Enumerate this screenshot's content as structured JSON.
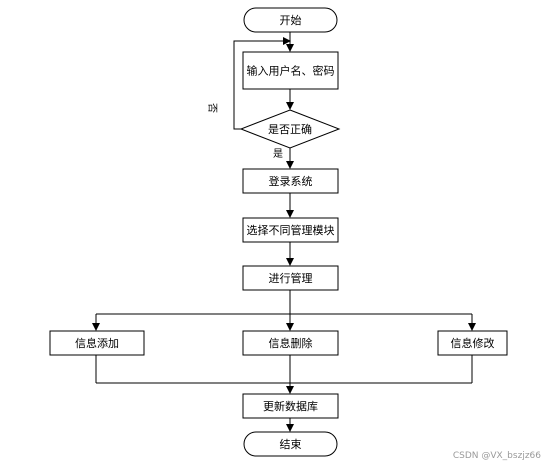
{
  "nodes": {
    "start": "开始",
    "input": "输入用户名、密码",
    "check": "是否正确",
    "login": "登录系统",
    "select": "选择不同管理模块",
    "manage": "进行管理",
    "add": "信息添加",
    "delete": "信息删除",
    "modify": "信息修改",
    "update": "更新数据库",
    "end": "结束"
  },
  "edges": {
    "no": "否",
    "yes": "是"
  },
  "watermark": "CSDN @VX_bszjz66"
}
